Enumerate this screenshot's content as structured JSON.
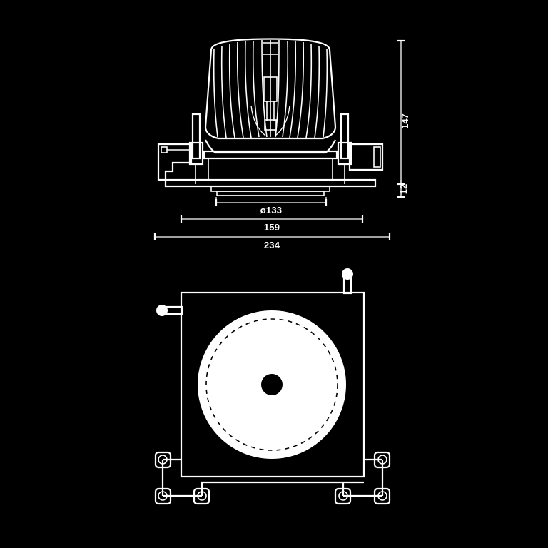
{
  "document": {
    "type": "technical-drawing",
    "subject": "recessed-downlight-luminaire",
    "background_color": "#000000",
    "line_color": "#ffffff",
    "views": [
      {
        "name": "side-elevation-view",
        "position": "top"
      },
      {
        "name": "plan-view",
        "position": "bottom"
      }
    ]
  },
  "dimensions": {
    "diameter_cutout": {
      "label": "ø133",
      "value": 133,
      "symbol": "ø",
      "orientation": "horizontal",
      "name": "cutout-diameter"
    },
    "width_flange": {
      "label": "159",
      "value": 159,
      "orientation": "horizontal",
      "name": "flange-width"
    },
    "width_overall": {
      "label": "234",
      "value": 234,
      "orientation": "horizontal",
      "name": "overall-width"
    },
    "height_overall": {
      "label": "147",
      "value": 147,
      "orientation": "vertical",
      "name": "overall-height"
    },
    "height_recess": {
      "label": "12",
      "value": 12,
      "orientation": "vertical",
      "name": "flange-depth"
    }
  },
  "plan_view": {
    "housing_plate": "square-mounting-plate",
    "reflector": "circular-reflector",
    "aperture": "center-aperture",
    "dashed_circle": "inner-reflector-edge",
    "clips": [
      {
        "name": "spring-clip-top-right"
      },
      {
        "name": "spring-clip-left"
      },
      {
        "name": "bracket-bottom-left"
      },
      {
        "name": "bracket-bottom-right"
      }
    ]
  },
  "side_view": {
    "heatsink": "finned-heatsink",
    "fin_count": 17,
    "body": "reflector-body",
    "flange": "trim-flange",
    "springs": [
      {
        "name": "mounting-spring-left"
      },
      {
        "name": "mounting-spring-right"
      }
    ],
    "driver_boxes": [
      {
        "name": "driver-box-left"
      },
      {
        "name": "driver-box-right"
      }
    ]
  }
}
